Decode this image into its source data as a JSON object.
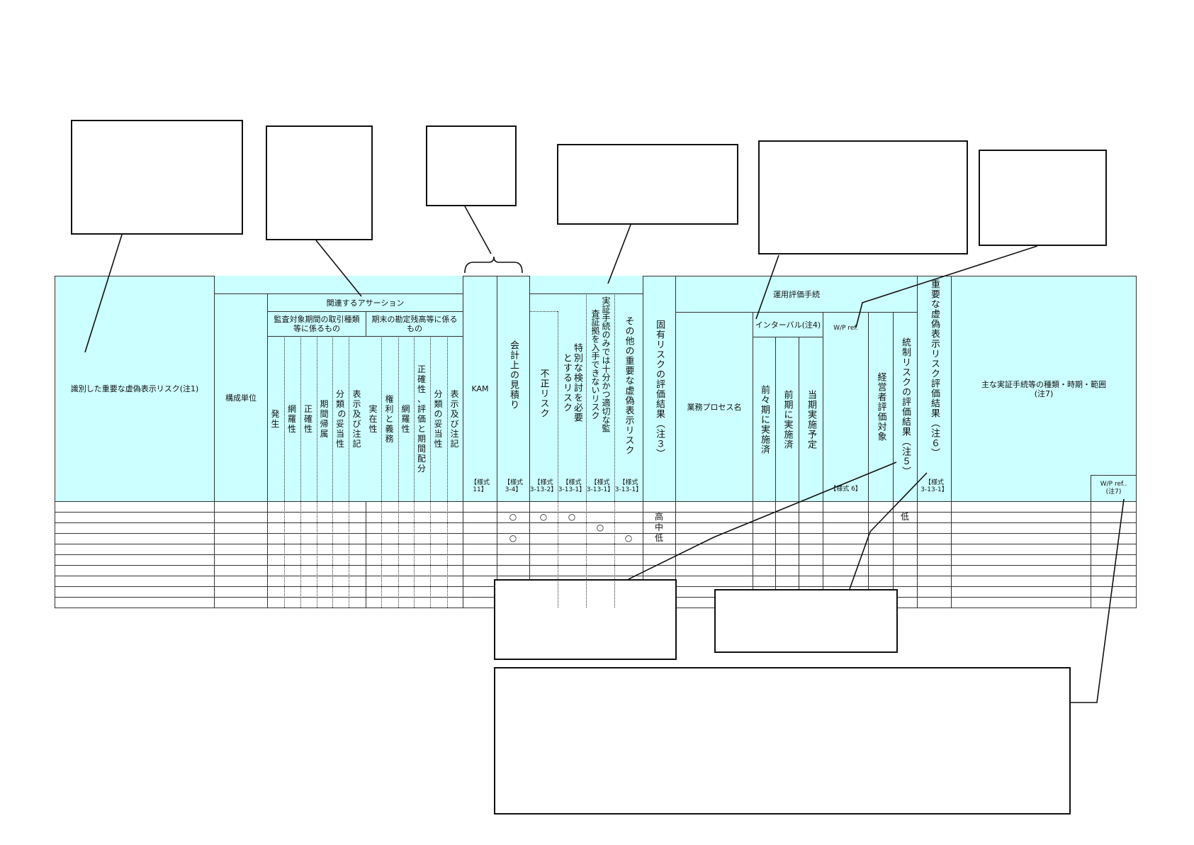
{
  "header": {
    "risk": "識別した重要な虚偽表示リスク(注1)",
    "unit": "構成単位",
    "assertions": "関連するアサーション",
    "period_tx": "監査対象期間の取引種類\n等に係るもの",
    "period_end": "期末の勘定残高等に係る\nもの",
    "tx_cols": [
      "発\n生",
      "網\n羅\n性",
      "正\n確\n性",
      "期\n間\n帰\n属",
      "分\n類\n の\n妥\n当\n性",
      "表\n示\n及\nび\n注\n記"
    ],
    "end_cols": [
      "実\n在\n性",
      "権\n利\nと\n義\n務",
      "網\n羅\n性",
      "正\n確\n性\n、\n評\n価\nと\n期\n間\n配\n分",
      "分\n類\nの\n妥\n当\n性",
      "表\n示\n及\nび\n注\n記"
    ],
    "kam": "KAM",
    "kam_form": "【様式\n11】",
    "estimate": "会計上の見積り",
    "estimate_form": "【様式\n3-4】",
    "fraud": "不正リスク",
    "fraud_form": "【様式\n3-13-2】",
    "special": "特別な検討を必要\nとするリスク",
    "special_form": "【様式\n3-13-1】",
    "substantive": "実証手続のみでは十分かつ適切な監\n査証拠を入手できないリスク",
    "substantive_form": "【様式\n3-13-1】",
    "other": "その他の重要な虚偽表示リスク",
    "other_form": "【様式\n3-13-1】",
    "inherent": "固有リスクの評価結果（注３）",
    "ops": "運用評価手続",
    "process": "業務プロセス名",
    "interval": "インターバル(注4)",
    "prev2": "前々期に実施済",
    "prev": "前期に実施済",
    "current": "当期実施予定",
    "wp_ref": "W/P ref.",
    "wp_form": "【様式 6】",
    "mgmt": "経営者評価対象",
    "control": "統制リスクの評価結果（注５）",
    "rmm": "重要な虚偽表示リスク評価結果（注６）",
    "rmm_form": "【様式\n3-13-1】",
    "subst_proc": "主な実証手続等の種類・時期・範囲\n(注7)",
    "wp_ref7": "W/P ref..\n(注7)"
  },
  "rows": [
    {},
    {
      "estimate": "○",
      "fraud": "○",
      "special": "○",
      "inherent": "高",
      "control": "低"
    },
    {
      "substantive": "○",
      "inherent": "中"
    },
    {
      "estimate": "○",
      "other": "○",
      "inherent": "低"
    },
    {},
    {},
    {},
    {},
    {},
    {}
  ]
}
